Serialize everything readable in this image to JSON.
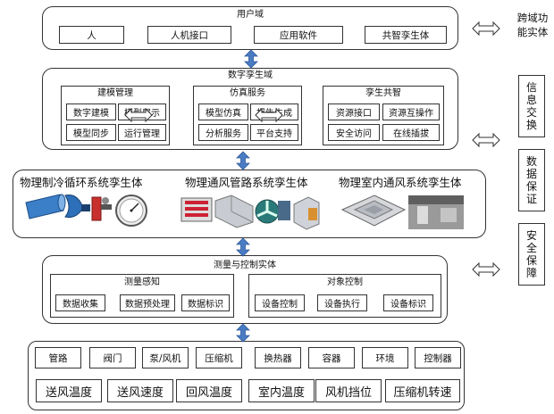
{
  "cross_domain": {
    "title": "跨域功能实体",
    "items": [
      "信息交换",
      "数据保证",
      "安全保障"
    ]
  },
  "user_domain": {
    "title": "用户域",
    "items": [
      "人",
      "人机接口",
      "应用软件",
      "共智孪生体"
    ]
  },
  "digital_twin_domain": {
    "title": "数字孪生域",
    "groups": [
      {
        "title": "建模管理",
        "items": [
          "数字建模",
          "模型展示",
          "模型同步",
          "运行管理"
        ]
      },
      {
        "title": "仿真服务",
        "items": [
          "模型仿真",
          "报告生成",
          "分析服务",
          "平台支持"
        ]
      },
      {
        "title": "孪生共智",
        "items": [
          "资源接口",
          "资源互操作",
          "安全访问",
          "在线插拔"
        ]
      }
    ]
  },
  "physical_twins": {
    "titles": [
      "物理制冷循环系统孪生体",
      "物理通风管路系统孪生体",
      "物理室内通风系统孪生体"
    ]
  },
  "measure_control": {
    "title": "测量与控制实体",
    "groups": [
      {
        "title": "测量感知",
        "items": [
          "数据收集",
          "数据预处理",
          "数据标识"
        ]
      },
      {
        "title": "对象控制",
        "items": [
          "设备控制",
          "设备执行",
          "设备标识"
        ]
      }
    ]
  },
  "physical_objects": {
    "row1": [
      "管路",
      "阀门",
      "泵/风机",
      "压缩机",
      "换热器",
      "容器",
      "环境",
      "控制器"
    ],
    "row2": [
      "送风温度",
      "送风速度",
      "回风温度",
      "室内温度",
      "风机挡位",
      "压缩机转速"
    ]
  },
  "colors": {
    "arrow": "#4a7cc4",
    "arrow_stroke": "#2f5a9a",
    "border": "#333333"
  }
}
